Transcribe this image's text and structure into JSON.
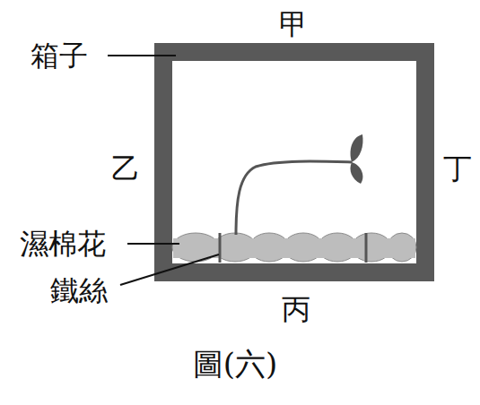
{
  "diagram": {
    "caption": "圖(六)",
    "labels": [
      "甲",
      "箱子",
      "乙",
      "丁",
      "濕棉花",
      "鐵絲",
      "丙"
    ]
  }
}
